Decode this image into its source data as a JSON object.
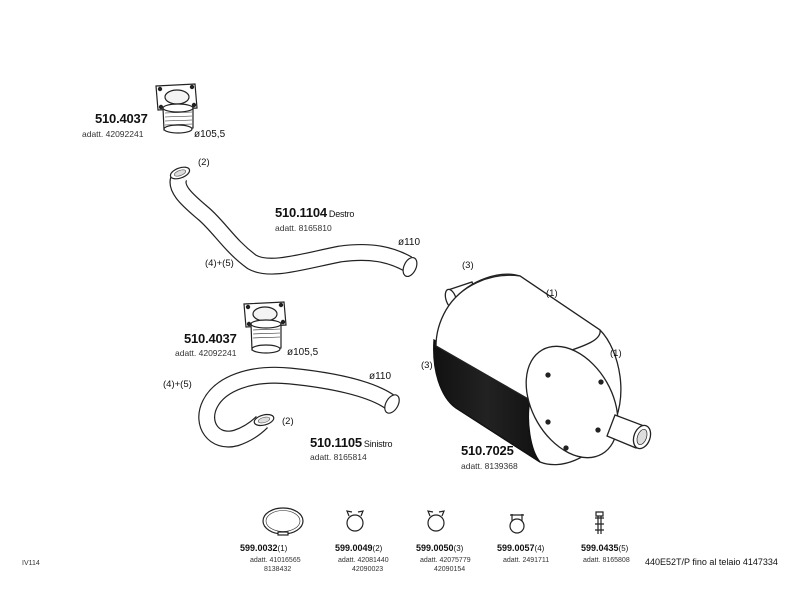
{
  "parts": {
    "flange_upper": {
      "code": "510.4037",
      "adapt": "adatt. 42092241",
      "diameter": "ø105,5"
    },
    "pipe_right": {
      "code": "510.1104",
      "side": "Destro",
      "adapt": "adatt. 8165810",
      "diameter": "ø110",
      "note_a": "(2)",
      "note_b": "(4)+(5)"
    },
    "flange_lower": {
      "code": "510.4037",
      "adapt": "adatt. 42092241",
      "diameter": "ø105,5"
    },
    "pipe_left": {
      "code": "510.1105",
      "side": "Sinistro",
      "adapt": "adatt. 8165814",
      "diameter": "ø110",
      "note_a": "(2)",
      "note_b": "(4)+(5)"
    },
    "muffler": {
      "code": "510.7025",
      "adapt": "adatt. 8139368",
      "note_top_left": "(3)",
      "note_top": "(1)",
      "note_right": "(1)",
      "note_left": "(3)"
    }
  },
  "small_parts": [
    {
      "code": "599.0032",
      "qty": "(1)",
      "adapt1": "adatt. 41016565",
      "adapt2": "8138432"
    },
    {
      "code": "599.0049",
      "qty": "(2)",
      "adapt1": "adatt. 42081440",
      "adapt2": "42090023"
    },
    {
      "code": "599.0050",
      "qty": "(3)",
      "adapt1": "adatt. 42075779",
      "adapt2": "42090154"
    },
    {
      "code": "599.0057",
      "qty": "(4)",
      "adapt1": "adatt. 2491711",
      "adapt2": ""
    },
    {
      "code": "599.0435",
      "qty": "(5)",
      "adapt1": "adatt. 8165808",
      "adapt2": ""
    }
  ],
  "model": "440E52T/P fino al telaio 4147334",
  "corner_code": "IV114"
}
